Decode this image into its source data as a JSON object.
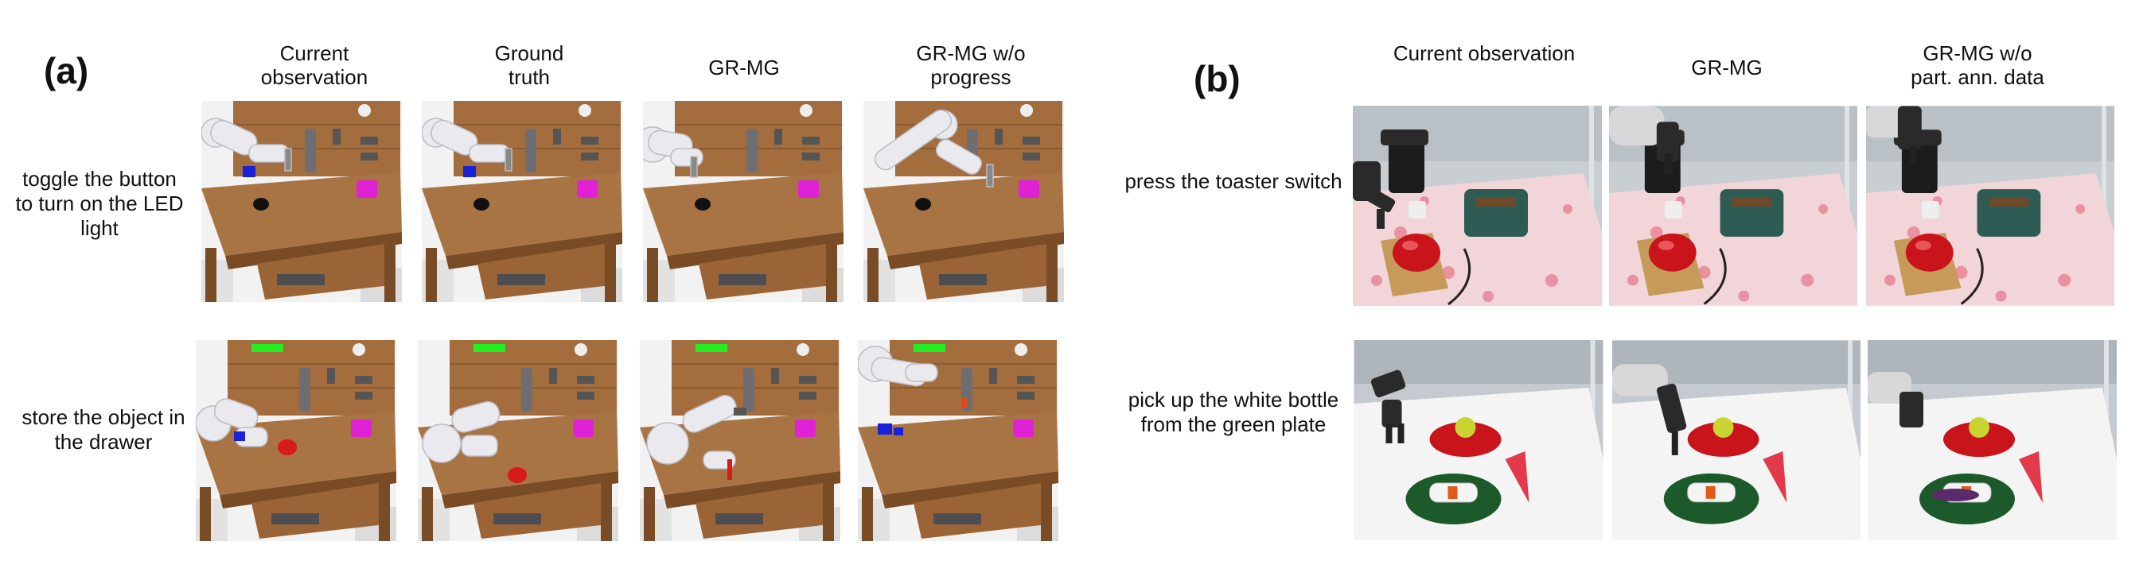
{
  "panel_a": {
    "label": "(a)",
    "columns": [
      "Current\nobservation",
      "Ground\ntruth",
      "GR-MG",
      "GR-MG w/o\nprogress"
    ],
    "rows": [
      "toggle the button\nto turn on the LED\nlight",
      "store the object in\nthe drawer"
    ]
  },
  "panel_b": {
    "label": "(b)",
    "columns": [
      "Current observation",
      "GR-MG",
      "GR-MG w/o\npart. ann. data"
    ],
    "rows": [
      "press the toaster switch",
      "pick up the white bottle\nfrom the green plate"
    ]
  },
  "colors": {
    "wood": "#a06a3c",
    "wood_dark": "#6e4422",
    "robot": "#e9e9ee",
    "led_green": "#22ee22",
    "block_magenta": "#e021d6",
    "block_blue": "#1a22d8",
    "block_red": "#d81a1a",
    "toaster_green": "#2f5b55",
    "tomato_red": "#c8141a",
    "plate_green": "#1c5a2c"
  }
}
